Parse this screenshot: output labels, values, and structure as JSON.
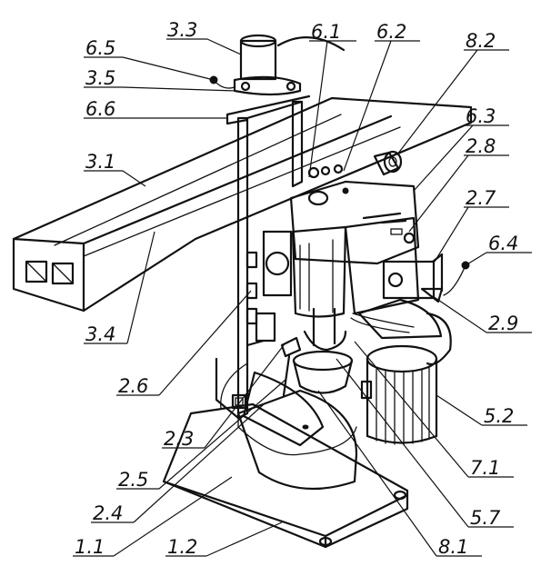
{
  "figure": {
    "labels": {
      "l_6_5": "6.5",
      "l_3_3": "3.3",
      "l_3_5": "3.5",
      "l_6_6": "6.6",
      "l_3_1": "3.1",
      "l_6_1": "6.1",
      "l_6_2": "6.2",
      "l_8_2": "8.2",
      "l_6_3": "6.3",
      "l_2_8": "2.8",
      "l_2_7": "2.7",
      "l_6_4": "6.4",
      "l_2_9": "2.9",
      "l_3_4": "3.4",
      "l_2_6": "2.6",
      "l_2_3": "2.3",
      "l_2_5": "2.5",
      "l_2_4": "2.4",
      "l_1_1": "1.1",
      "l_1_2": "1.2",
      "l_5_2": "5.2",
      "l_7_1": "7.1",
      "l_5_7": "5.7",
      "l_8_1": "8.1"
    }
  }
}
